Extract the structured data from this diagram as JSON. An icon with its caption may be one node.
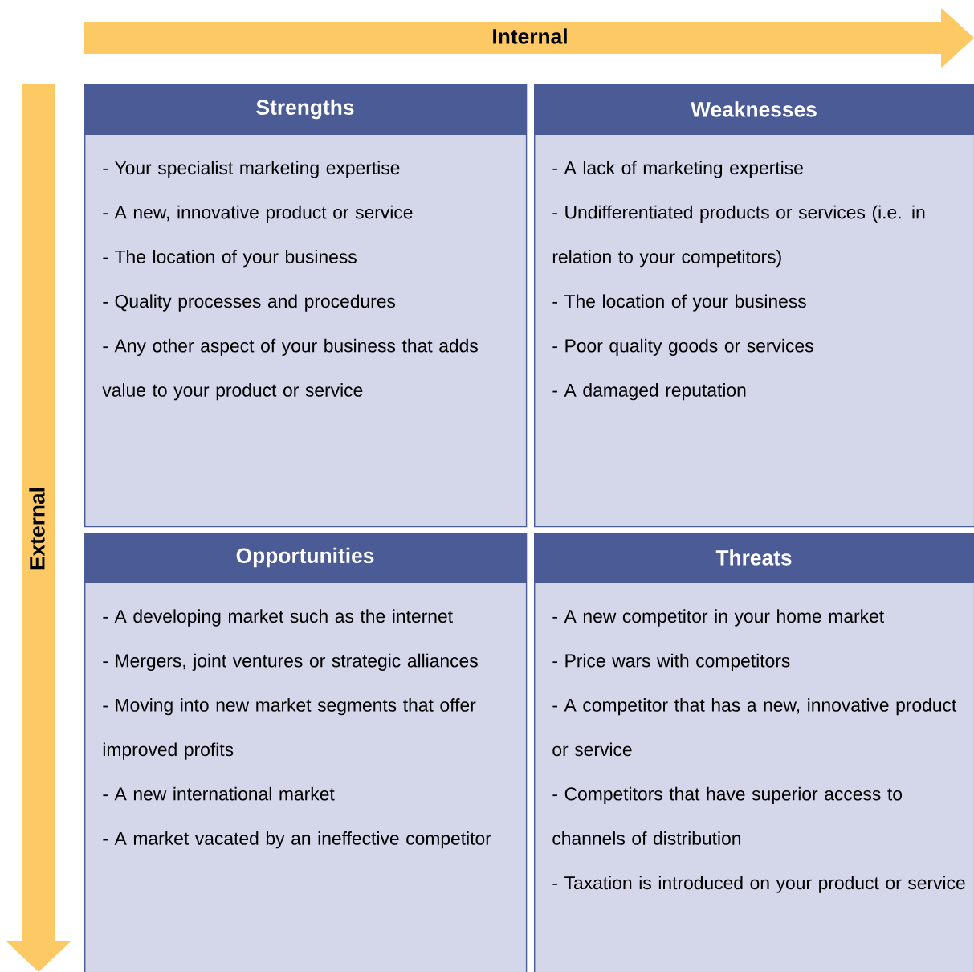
{
  "diagram": {
    "nodes": [
      {
        "text": [
          "Strengths",
          "- Your specialist marketing expertise",
          "- A new, innovative product or service",
          "- The location of your business",
          "- Quality processes and procedures",
          "- Any other aspect of your business that adds value to your product or service"
        ]
      },
      {
        "text": [
          "Weaknesses",
          "- A lack of marketing expertise",
          "- Undifferentiated products or services (i.e. in relation to your competitors)",
          "- The location of your business",
          "- Poor quality goods or services",
          "- A damaged reputation"
        ]
      },
      {
        "text": [
          "Opportunities",
          "- A developing market such as the internet",
          "- Mergers, joint ventures or strategic alliances",
          "- Moving into new market segments that offer improved profits",
          "- A new international market",
          "- A market vacated by an ineffective competitor"
        ]
      },
      {
        "text": [
          "Threats",
          "- A new competitor in your home market",
          "- Price wars with competitors",
          "- A competitor that has a new, innovative product or service",
          "- Competitors that have superior access to channels of distribution",
          "- Taxation is introduced on your product or service"
        ]
      }
    ],
    "labels": [
      "Internal",
      "External"
    ]
  }
}
